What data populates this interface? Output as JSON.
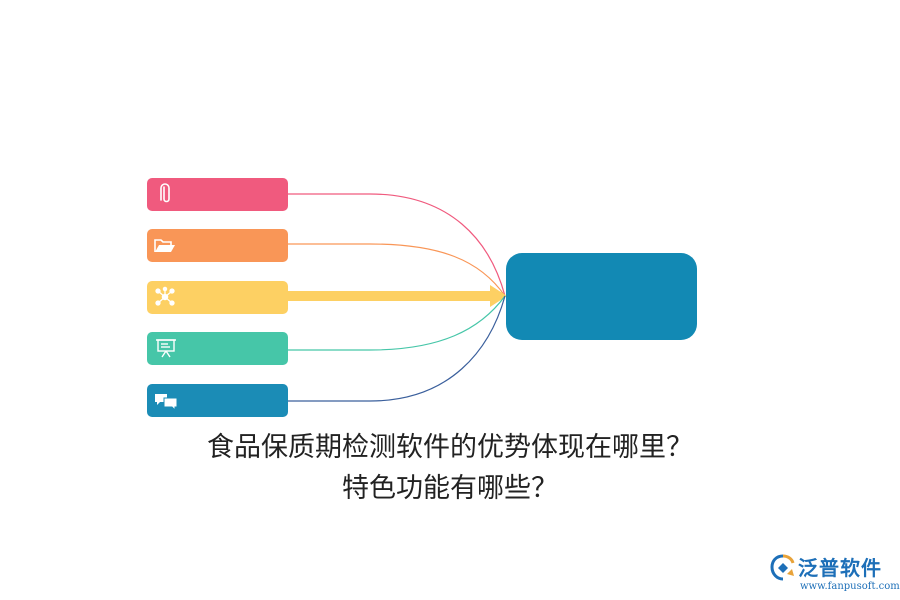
{
  "diagram": {
    "items": [
      {
        "icon": "paperclip-icon",
        "color": "#f05a7e"
      },
      {
        "icon": "folder-open-icon",
        "color": "#f99657"
      },
      {
        "icon": "network-icon",
        "color": "#fdd063"
      },
      {
        "icon": "presentation-board-icon",
        "color": "#46c6a8"
      },
      {
        "icon": "chat-bubbles-icon",
        "color": "#1b8cb6"
      }
    ],
    "center_color": "#1289b4",
    "highlighted_item": 2
  },
  "title": {
    "line1": "食品保质期检测软件的优势体现在哪里？",
    "line2": "特色功能有哪些？"
  },
  "logo": {
    "name": "泛普软件",
    "url": "www.fanpusoft.com",
    "color": "#1d6fb8"
  }
}
